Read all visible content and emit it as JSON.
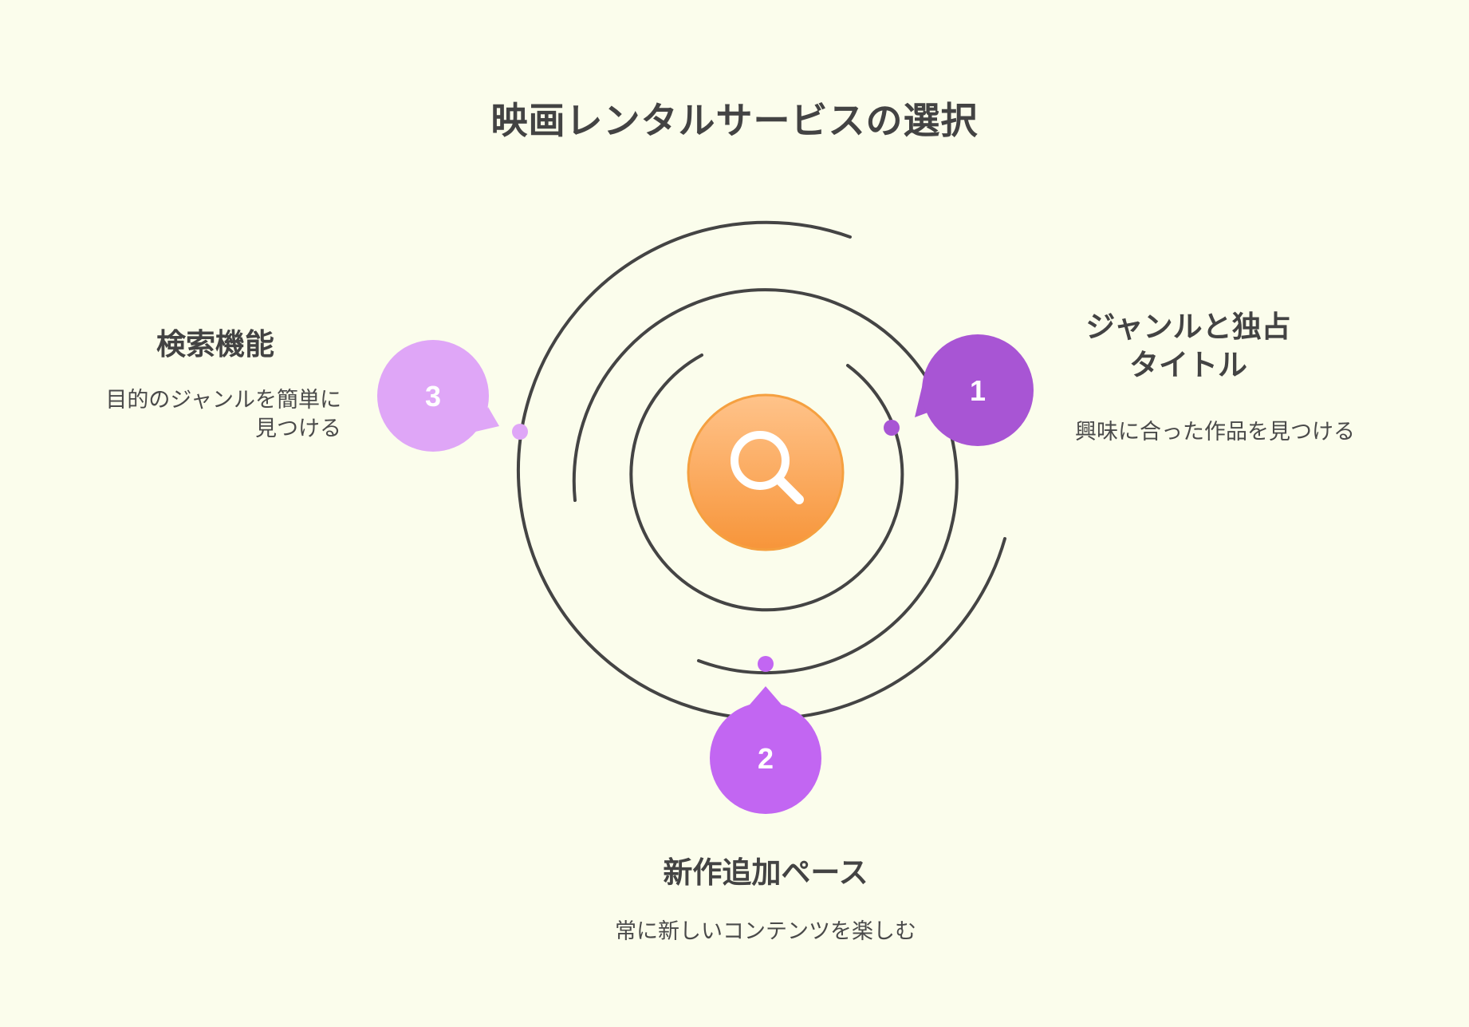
{
  "title": "映画レンタルサービスの選択",
  "center_icon": "search-icon",
  "items": [
    {
      "number": "1",
      "heading": "ジャンルと独占\nタイトル",
      "description": "興味に合った作品を見つける",
      "color": "#a855d4"
    },
    {
      "number": "2",
      "heading": "新作追加ペース",
      "description": "常に新しいコンテンツを楽しむ",
      "color": "#c266f2"
    },
    {
      "number": "3",
      "heading": "検索機能",
      "description": "目的のジャンルを簡単に\n見つける",
      "color": "#dfa6f7"
    }
  ],
  "colors": {
    "background": "#fbfdec",
    "ring_stroke": "#444444",
    "center_top": "#ffc38a",
    "center_bottom": "#f7953a",
    "center_border": "#f5a040",
    "text": "#434343"
  }
}
